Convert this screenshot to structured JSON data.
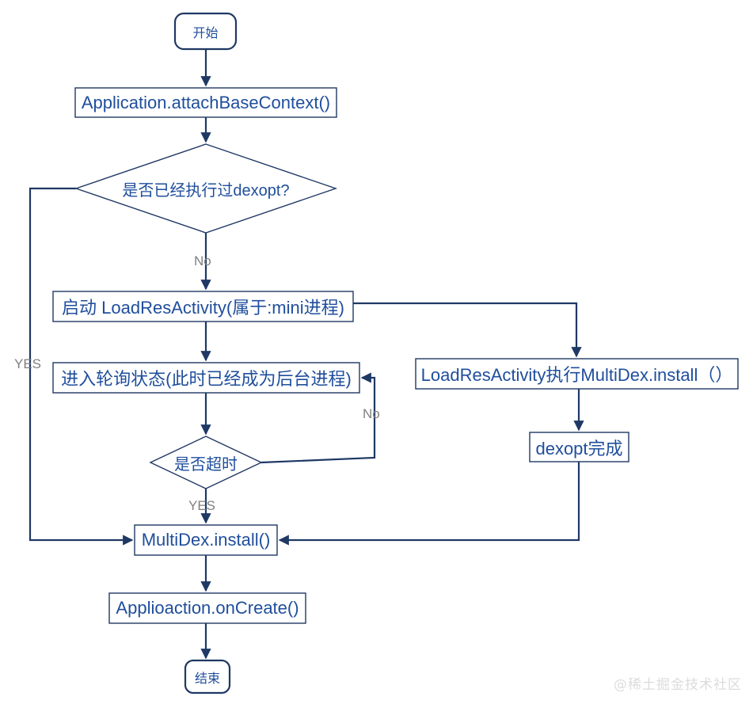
{
  "diagram": {
    "title": "MultiDex dexopt flow",
    "colors": {
      "stroke": "#1F3864",
      "text": "#1F4E9C",
      "edge_label": "#808080",
      "background": "#ffffff",
      "watermark": "#dcdcdc"
    },
    "nodes": [
      {
        "id": "start",
        "type": "terminator",
        "label": "开始"
      },
      {
        "id": "attach",
        "type": "process",
        "label": "Application.attachBaseContext()"
      },
      {
        "id": "decide1",
        "type": "decision",
        "label": "是否已经执行过dexopt?"
      },
      {
        "id": "startact",
        "type": "process",
        "label": "启动 LoadResActivity(属于:mini进程)"
      },
      {
        "id": "poll",
        "type": "process",
        "label": "进入轮询状态(此时已经成为后台进程)"
      },
      {
        "id": "loadresmd",
        "type": "process",
        "label": "LoadResActivity执行MultiDex.install（）"
      },
      {
        "id": "dexoptdone",
        "type": "process",
        "label": "dexopt完成"
      },
      {
        "id": "decide2",
        "type": "decision",
        "label": "是否超时"
      },
      {
        "id": "multidex",
        "type": "process",
        "label": "MultiDex.install()"
      },
      {
        "id": "oncreate",
        "type": "process",
        "label": "Applioaction.onCreate()"
      },
      {
        "id": "end",
        "type": "terminator",
        "label": "结束"
      }
    ],
    "edges": [
      {
        "from": "start",
        "to": "attach",
        "label": ""
      },
      {
        "from": "attach",
        "to": "decide1",
        "label": ""
      },
      {
        "from": "decide1",
        "to": "startact",
        "label": "No"
      },
      {
        "from": "decide1",
        "to": "multidex",
        "label": "YES"
      },
      {
        "from": "startact",
        "to": "poll",
        "label": ""
      },
      {
        "from": "startact",
        "to": "loadresmd",
        "label": ""
      },
      {
        "from": "poll",
        "to": "decide2",
        "label": ""
      },
      {
        "from": "decide2",
        "to": "poll",
        "label": "No"
      },
      {
        "from": "decide2",
        "to": "multidex",
        "label": "YES"
      },
      {
        "from": "loadresmd",
        "to": "dexoptdone",
        "label": ""
      },
      {
        "from": "dexoptdone",
        "to": "multidex",
        "label": ""
      },
      {
        "from": "multidex",
        "to": "oncreate",
        "label": ""
      },
      {
        "from": "oncreate",
        "to": "end",
        "label": ""
      }
    ],
    "edge_labels": {
      "decide1_no": "No",
      "decide1_yes": "YES",
      "decide2_no": "No",
      "decide2_yes": "YES"
    },
    "watermark": "@稀土掘金技术社区"
  }
}
